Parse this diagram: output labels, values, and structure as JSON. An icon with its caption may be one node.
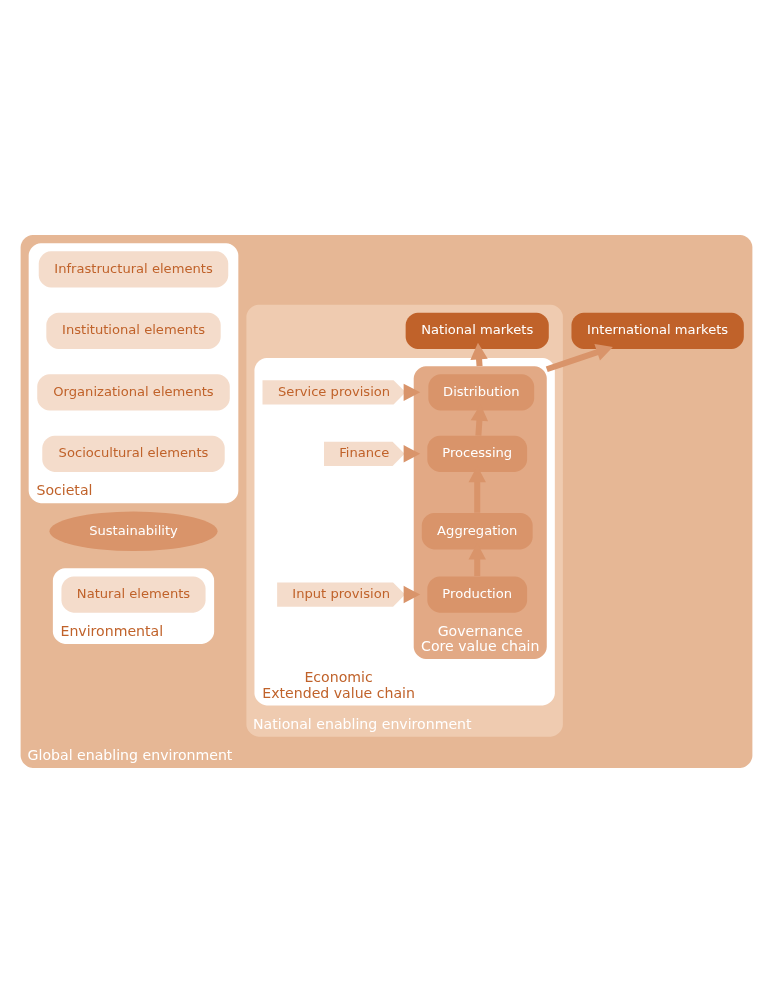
{
  "diagram": {
    "nodes": [
      {
        "text": [
          "Global enabling environment"
        ]
      },
      {
        "text": [
          "National enabling environment"
        ],
        "in": 0
      },
      {
        "text": [
          "International markets"
        ],
        "in": 0
      },
      {
        "text": [
          "National markets"
        ],
        "in": 1
      },
      {
        "text": [
          "Economic",
          "Extended value chain"
        ],
        "in": 1
      },
      {
        "text": [
          "Governance",
          "Core value chain"
        ],
        "in": 4
      },
      {
        "text": [
          "Distribution"
        ],
        "in": 5
      },
      {
        "text": [
          "Processing"
        ],
        "in": 5
      },
      {
        "text": [
          "Aggregation"
        ],
        "in": 5
      },
      {
        "text": [
          "Production"
        ],
        "in": 5
      },
      {
        "text": [
          "Service provision"
        ],
        "in": 4
      },
      {
        "text": [
          "Finance"
        ],
        "in": 4
      },
      {
        "text": [
          "Input provision"
        ],
        "in": 4
      },
      {
        "text": [
          "Environmental"
        ],
        "in": 0
      },
      {
        "text": [
          "Natural elements"
        ],
        "in": 13
      },
      {
        "text": [
          "Sustainability"
        ],
        "in": 0
      },
      {
        "text": [
          "Societal"
        ],
        "in": 0
      },
      {
        "text": [
          "Sociocultural elements"
        ],
        "in": 16
      },
      {
        "text": [
          "Organizational elements"
        ],
        "in": 16
      },
      {
        "text": [
          "Institutional elements"
        ],
        "in": 16
      },
      {
        "text": [
          "Infrastructural elements"
        ],
        "in": 16
      }
    ],
    "edges": [
      {
        "from": 9,
        "to": 8,
        "arrow": "to"
      },
      {
        "from": 8,
        "to": 7,
        "arrow": "to"
      },
      {
        "from": 7,
        "to": 6,
        "arrow": "to"
      },
      {
        "from": 5,
        "to": 2,
        "arrow": "to"
      },
      {
        "from": 5,
        "to": 3,
        "arrow": "to"
      },
      {
        "from": 10,
        "to": 5,
        "arrow": "to"
      },
      {
        "from": 11,
        "to": 5,
        "arrow": "to"
      },
      {
        "from": 12,
        "to": 5,
        "arrow": "to"
      }
    ]
  }
}
